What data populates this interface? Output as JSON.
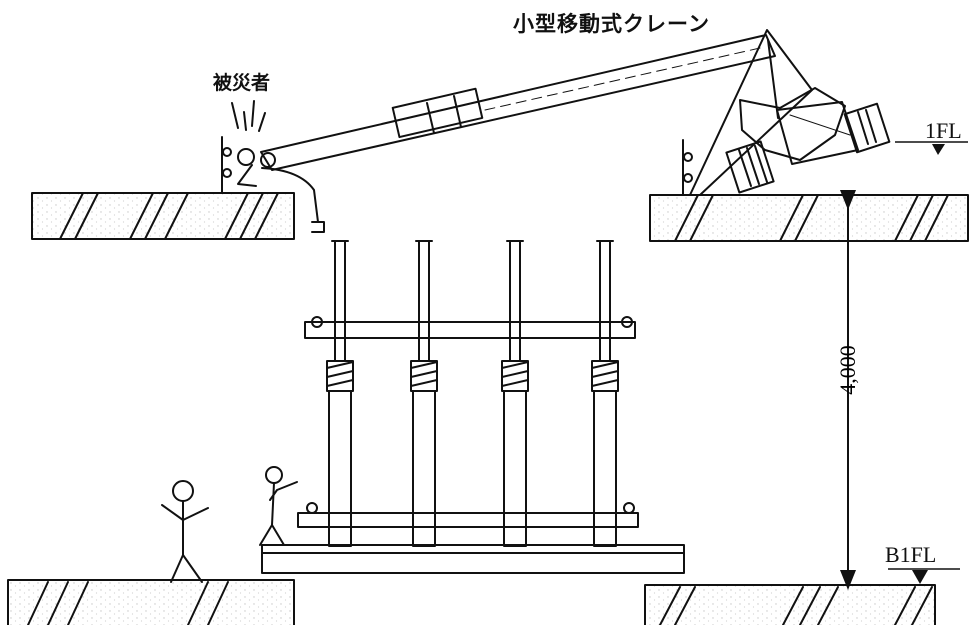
{
  "labels": {
    "crane": "小型移動式クレーン",
    "victim": "被災者",
    "level_upper": "1FL",
    "level_lower": "B1FL",
    "height_dimension": "4,000"
  },
  "colors": {
    "line": "#111111",
    "background": "#ffffff",
    "slab_texture": "#d9d9d9"
  }
}
